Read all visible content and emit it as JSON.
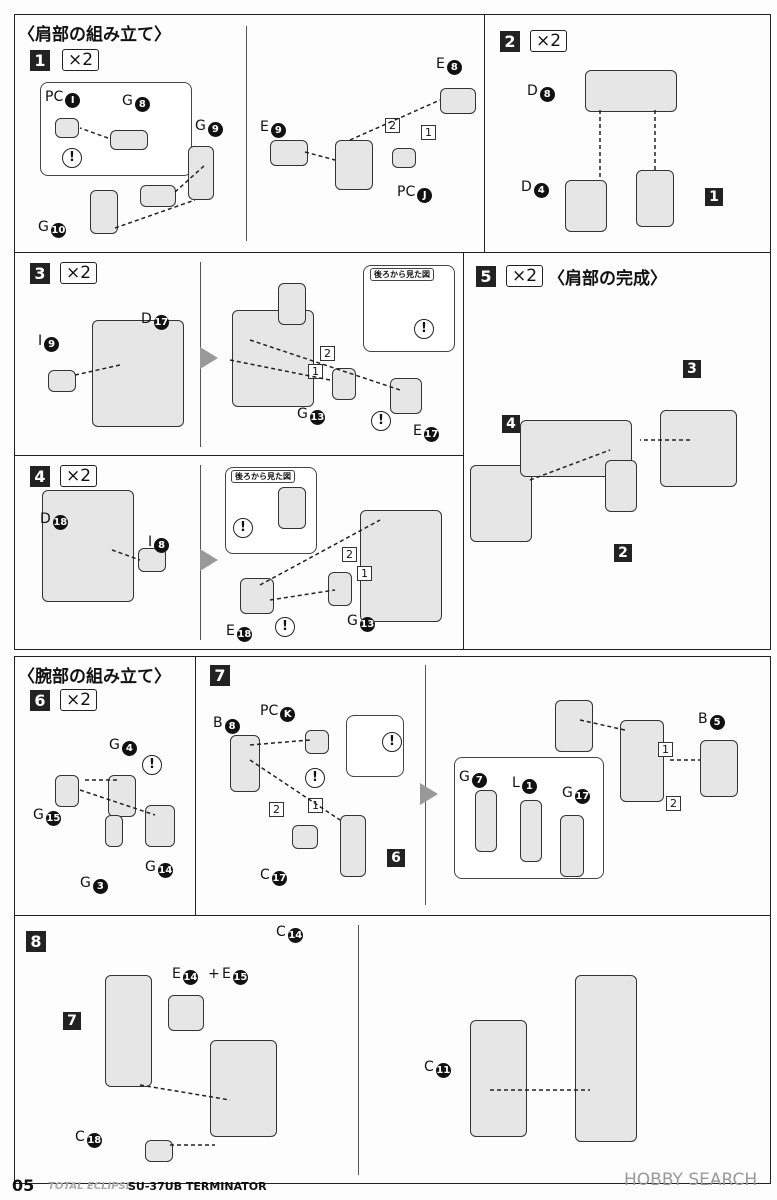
{
  "sections": {
    "shoulder_assembly": "〈肩部の組み立て〉",
    "shoulder_complete": "〈肩部の完成〉",
    "arm_assembly": "〈腕部の組み立て〉"
  },
  "steps": {
    "s1": {
      "num": "1",
      "times": "×2"
    },
    "s2": {
      "num": "2",
      "times": "×2"
    },
    "s3": {
      "num": "3",
      "times": "×2"
    },
    "s4": {
      "num": "4",
      "times": "×2"
    },
    "s5": {
      "num": "5",
      "times": "×2"
    },
    "s6": {
      "num": "6",
      "times": "×2"
    },
    "s7": {
      "num": "7"
    },
    "s8": {
      "num": "8"
    }
  },
  "callout_title": "後ろから見た図",
  "warning": "!",
  "parts": {
    "s1": [
      {
        "l": "PC",
        "n": "I"
      },
      {
        "l": "G",
        "n": "8"
      },
      {
        "l": "G",
        "n": "9"
      },
      {
        "l": "G",
        "n": "10"
      },
      {
        "l": "E",
        "n": "9"
      },
      {
        "l": "E",
        "n": "8"
      },
      {
        "l": "PC",
        "n": "J"
      }
    ],
    "s2": [
      {
        "l": "D",
        "n": "8"
      },
      {
        "l": "D",
        "n": "4"
      }
    ],
    "s3": [
      {
        "l": "I",
        "n": "9"
      },
      {
        "l": "D",
        "n": "17"
      },
      {
        "l": "G",
        "n": "13"
      },
      {
        "l": "E",
        "n": "17"
      }
    ],
    "s4": [
      {
        "l": "D",
        "n": "18"
      },
      {
        "l": "I",
        "n": "8"
      },
      {
        "l": "E",
        "n": "18"
      },
      {
        "l": "G",
        "n": "13"
      }
    ],
    "s6": [
      {
        "l": "G",
        "n": "4"
      },
      {
        "l": "G",
        "n": "15"
      },
      {
        "l": "G",
        "n": "3"
      },
      {
        "l": "G",
        "n": "14"
      }
    ],
    "s7": [
      {
        "l": "B",
        "n": "8"
      },
      {
        "l": "PC",
        "n": "K"
      },
      {
        "l": "C",
        "n": "17"
      },
      {
        "l": "G",
        "n": "7"
      },
      {
        "l": "L",
        "n": "1"
      },
      {
        "l": "G",
        "n": "17"
      },
      {
        "l": "B",
        "n": "5"
      }
    ],
    "s8": [
      {
        "l": "E",
        "n": "14"
      },
      {
        "l": "E",
        "n": "15"
      },
      {
        "l": "C",
        "n": "14"
      },
      {
        "l": "C",
        "n": "18"
      },
      {
        "l": "C",
        "n": "11"
      }
    ]
  },
  "order_marks": {
    "s1": [
      "2",
      "1"
    ],
    "s3": [
      "2",
      "1"
    ],
    "s4": [
      "2",
      "1"
    ],
    "s7": [
      "2",
      "1",
      "1",
      "2"
    ]
  },
  "step_refs": {
    "s2": [
      "1"
    ],
    "s5": [
      "3",
      "4",
      "2"
    ],
    "s7": [
      "6"
    ],
    "s8": [
      "7"
    ]
  },
  "footer": {
    "page": "05",
    "series": "TOTAL ECLIPSE",
    "model": "SU-37UB TERMINATOR",
    "watermark": "HOBBY SEARCH"
  }
}
